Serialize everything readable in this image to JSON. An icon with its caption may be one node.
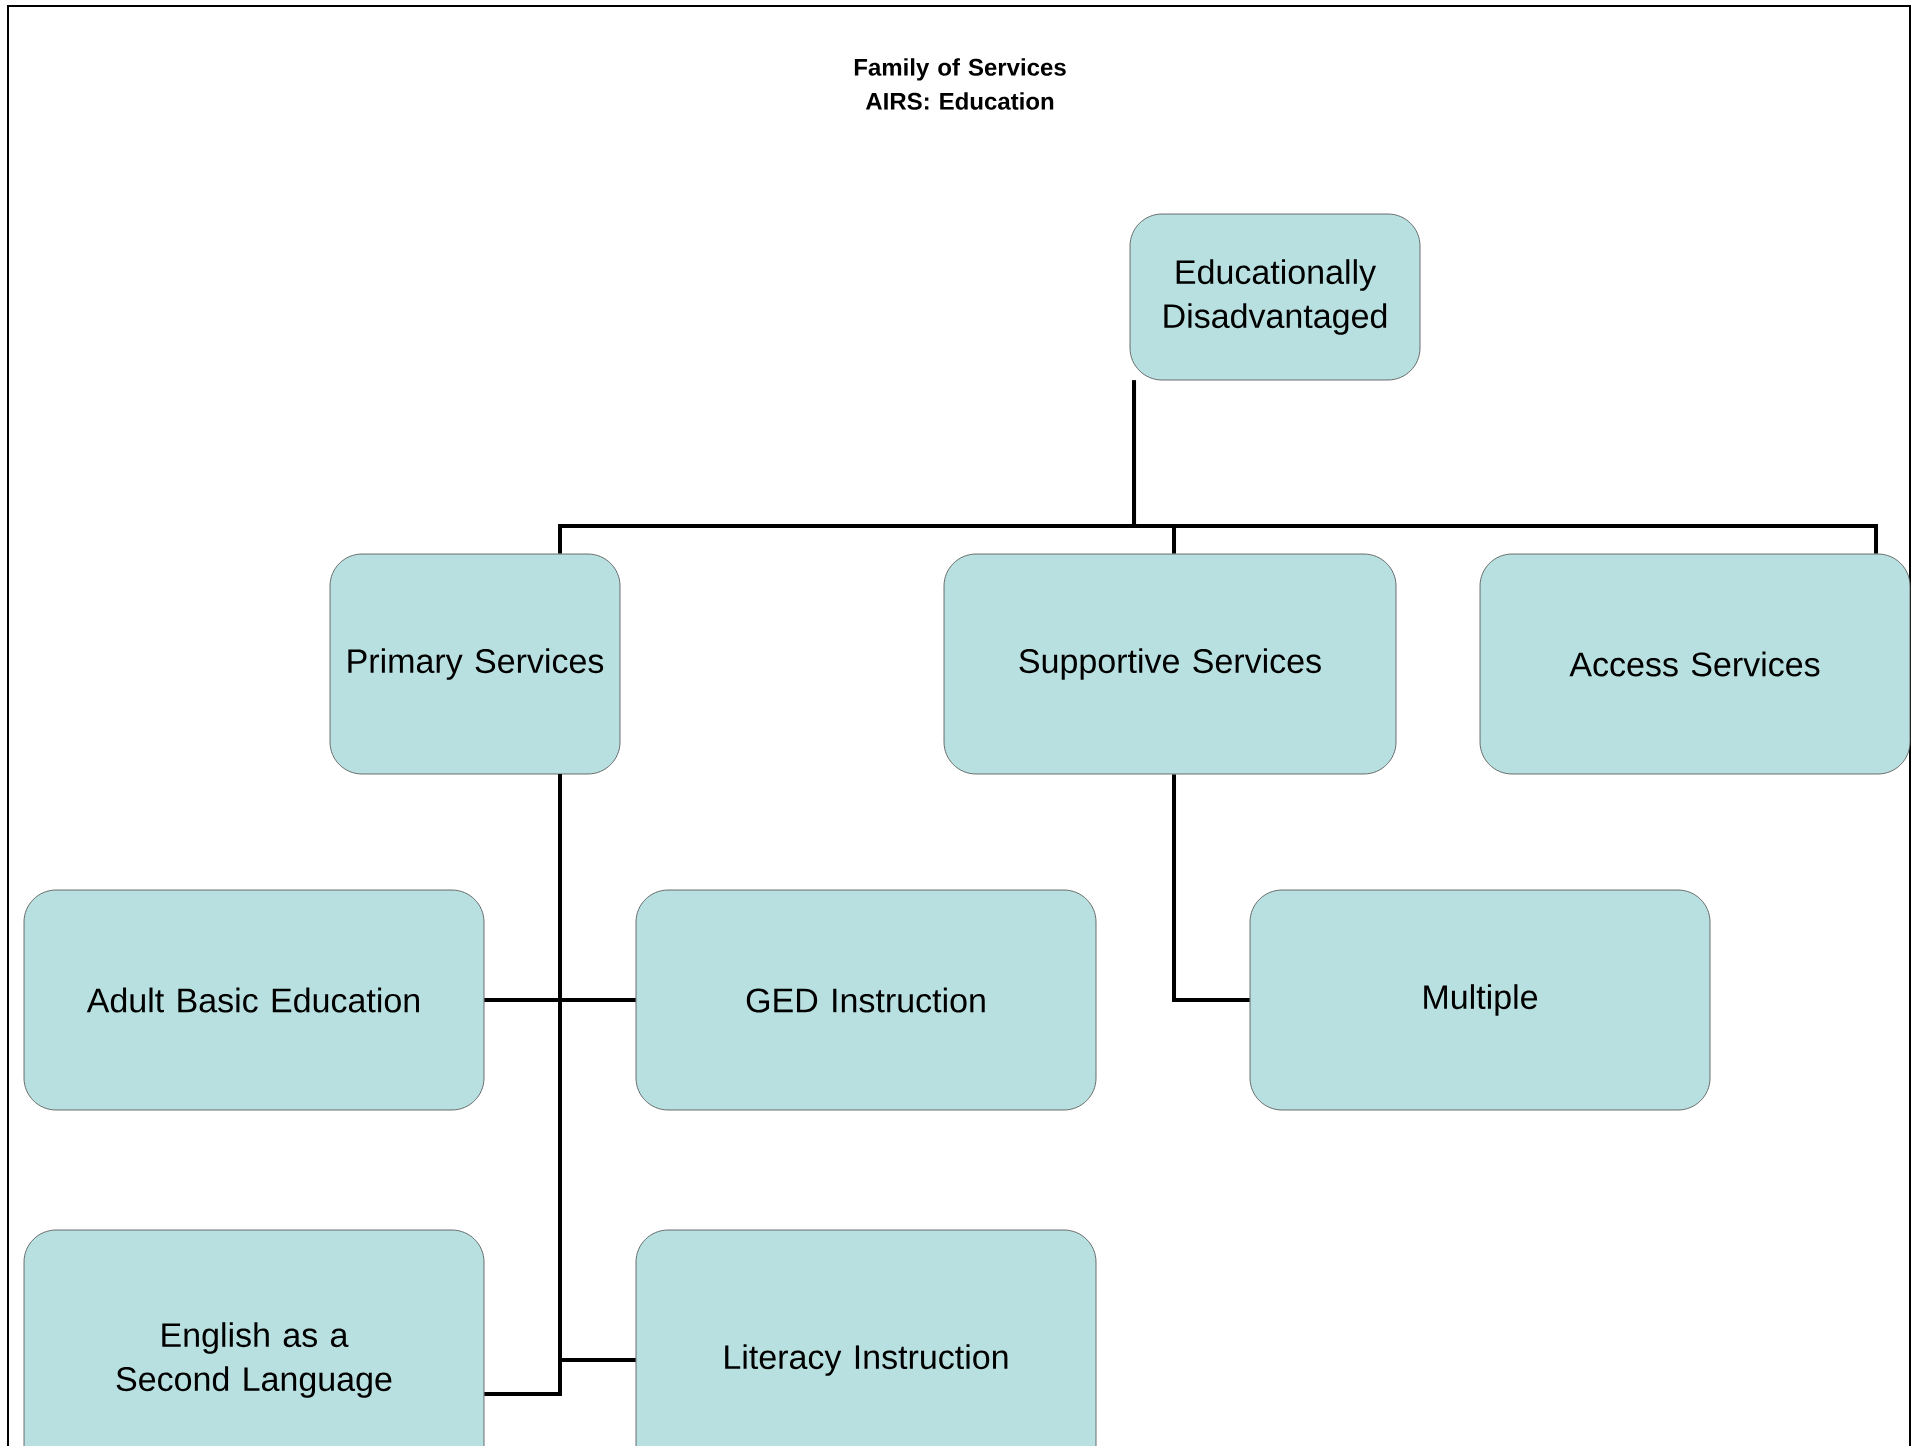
{
  "diagram": {
    "title": "Family of Services AIRS: Education",
    "nodes": [
      {
        "text": [
          "Educationally Disadvantaged"
        ]
      },
      {
        "text": [
          "Primary Services"
        ]
      },
      {
        "text": [
          "Supportive Services"
        ]
      },
      {
        "text": [
          "Access Services"
        ]
      },
      {
        "text": [
          "Adult Basic Education"
        ]
      },
      {
        "text": [
          "GED Instruction"
        ]
      },
      {
        "text": [
          "Multiple"
        ]
      },
      {
        "text": [
          "English as a Second Language"
        ]
      },
      {
        "text": [
          "Literacy Instruction"
        ]
      }
    ],
    "edges": [
      {
        "from": 0,
        "to": 1,
        "arrow": "none"
      },
      {
        "from": 0,
        "to": 2,
        "arrow": "none"
      },
      {
        "from": 0,
        "to": 3,
        "arrow": "none"
      },
      {
        "from": 1,
        "to": 4,
        "arrow": "none"
      },
      {
        "from": 1,
        "to": 5,
        "arrow": "none"
      },
      {
        "from": 1,
        "to": 7,
        "arrow": "none"
      },
      {
        "from": 1,
        "to": 8,
        "arrow": "none"
      },
      {
        "from": 2,
        "to": 6,
        "arrow": "none"
      }
    ]
  }
}
